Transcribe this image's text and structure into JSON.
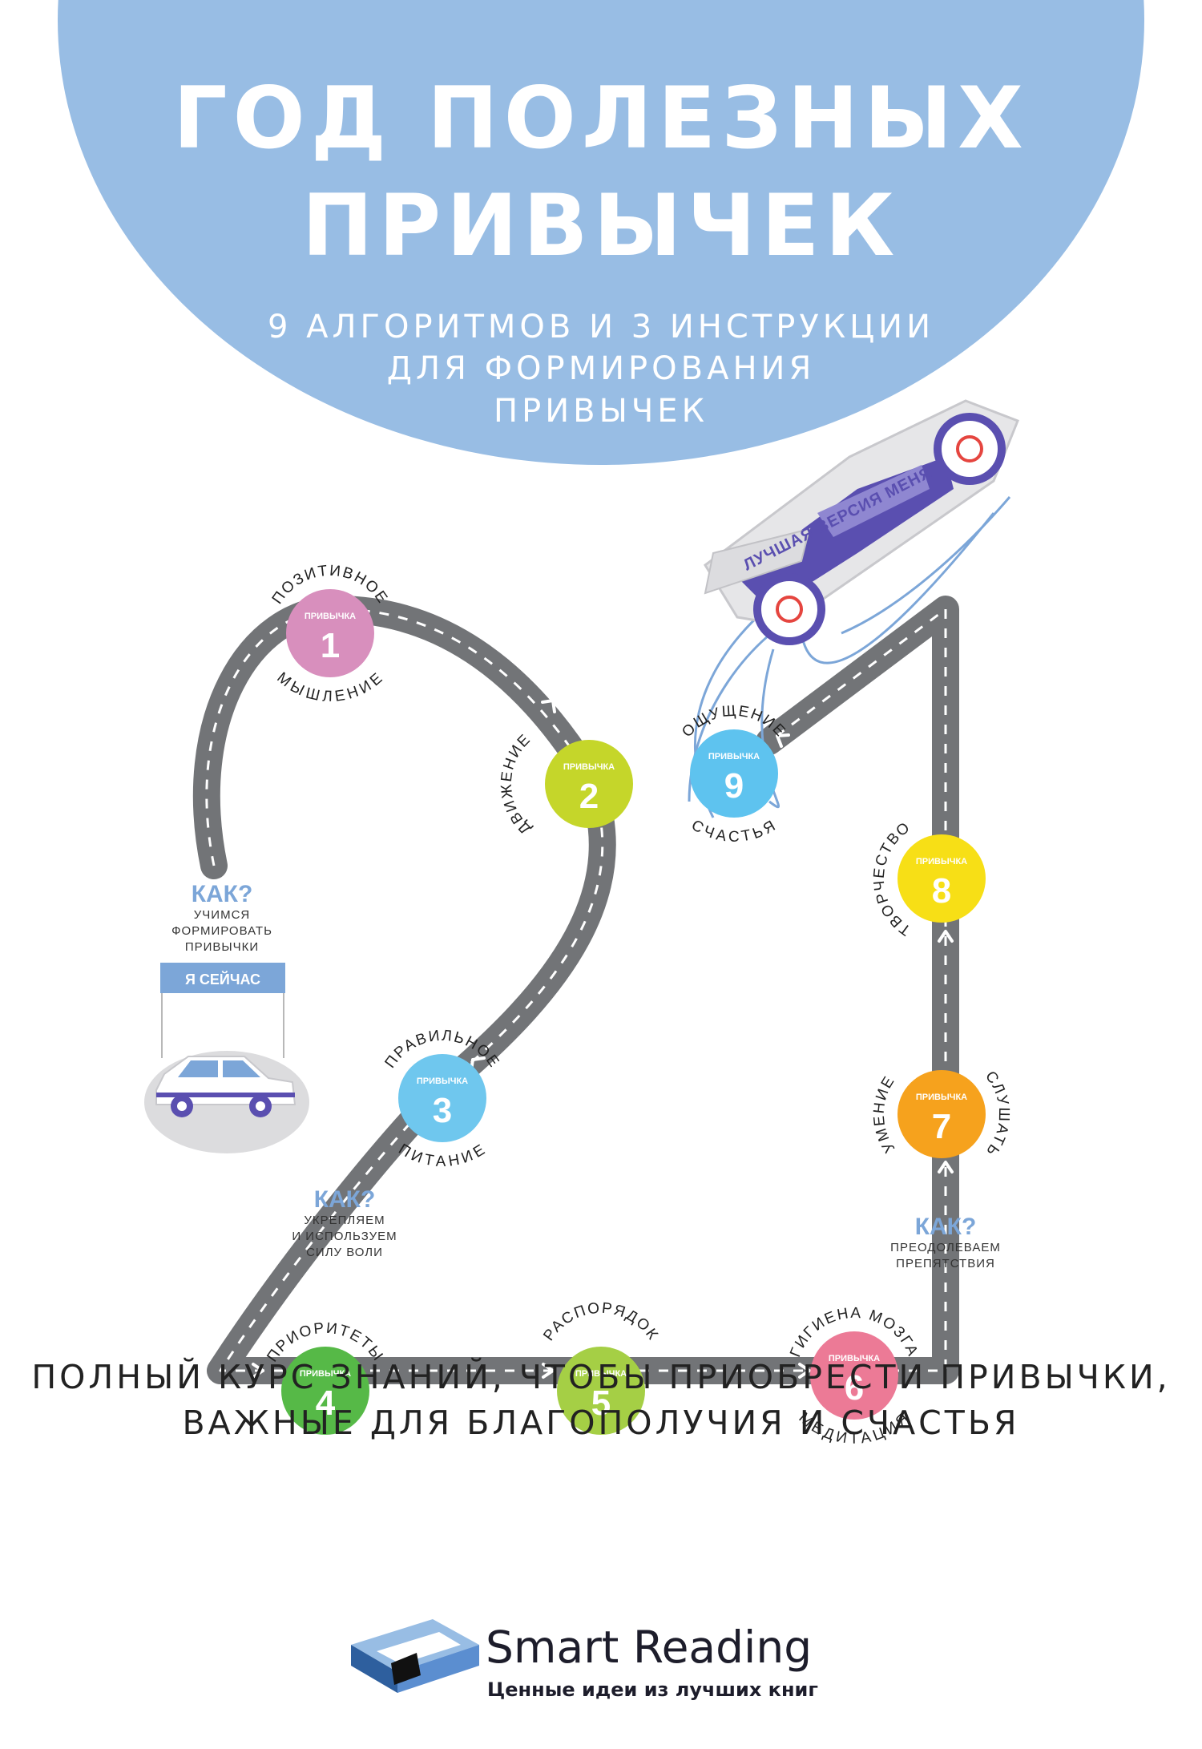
{
  "header": {
    "title_line1": "ГОД ПОЛЕЗНЫХ",
    "title_line2": "ПРИВЫЧЕК",
    "subtitle_line1": "9 АЛГОРИТМОВ И 3 ИНСТРУКЦИИ",
    "subtitle_line2": "ДЛЯ ФОРМИРОВАНИЯ",
    "subtitle_line3": "ПРИВЫЧЕК"
  },
  "habit_caption": "ПРИВЫЧКА",
  "habits": [
    {
      "number": "1",
      "color": "#d88fbd",
      "label_top": "ПОЗИТИВНОЕ",
      "label_bottom": "МЫШЛЕНИЕ"
    },
    {
      "number": "2",
      "color": "#c5d62a",
      "label_top": "ДВИЖЕНИЕ",
      "label_bottom": ""
    },
    {
      "number": "3",
      "color": "#6fc7ee",
      "label_top": "ПРАВИЛЬНОЕ",
      "label_bottom": "ПИТАНИЕ"
    },
    {
      "number": "4",
      "color": "#56b947",
      "label_top": "ПРИОРИТЕТЫ",
      "label_bottom": ""
    },
    {
      "number": "5",
      "color": "#a5cf45",
      "label_top": "РАСПОРЯДОК",
      "label_bottom": ""
    },
    {
      "number": "6",
      "color": "#ec7a96",
      "label_top": "ГИГИЕНА МОЗГА",
      "label_bottom": "МЕДИТАЦИЯ"
    },
    {
      "number": "7",
      "color": "#f6a21d",
      "label_top": "УМЕНИЕ",
      "label_bottom": "СЛУШАТЬ"
    },
    {
      "number": "8",
      "color": "#f7df16",
      "label_top": "ТВОРЧЕСТВО",
      "label_bottom": ""
    },
    {
      "number": "9",
      "color": "#5ec3ef",
      "label_top": "ОЩУЩЕНИЕ",
      "label_bottom": "СЧАСТЬЯ"
    }
  ],
  "how_blocks": [
    {
      "heading": "КАК?",
      "line1": "УЧИМСЯ",
      "line2": "ФОРМИРОВАТЬ",
      "line3": "ПРИВЫЧКИ"
    },
    {
      "heading": "КАК?",
      "line1": "УКРЕПЛЯЕМ",
      "line2": "И ИСПОЛЬЗУЕМ",
      "line3": "СИЛУ ВОЛИ"
    },
    {
      "heading": "КАК?",
      "line1": "ПРЕОДОЛЕВАЕМ",
      "line2": "ПРЕПЯТСТВИЯ",
      "line3": ""
    }
  ],
  "start_sign": "Я СЕЙЧАС",
  "race_car_label": "ЛУЧШАЯ ВЕРСИЯ МЕНЯ",
  "colors": {
    "sky": "#98bde4",
    "road": "#727477",
    "accent_blue": "#7ca6d8",
    "car_purple": "#5a4fb0"
  },
  "footer": {
    "line1": "ПОЛНЫЙ КУРС ЗНАНИЙ, ЧТОБЫ ПРИОБРЕСТИ ПРИВЫЧКИ,",
    "line2": "ВАЖНЫЕ ДЛЯ БЛАГОПОЛУЧИЯ И СЧАСТЬЯ"
  },
  "brand": {
    "name": "Smart Reading",
    "tagline": "Ценные идеи из лучших книг",
    "logo_icon": "book-icon"
  }
}
